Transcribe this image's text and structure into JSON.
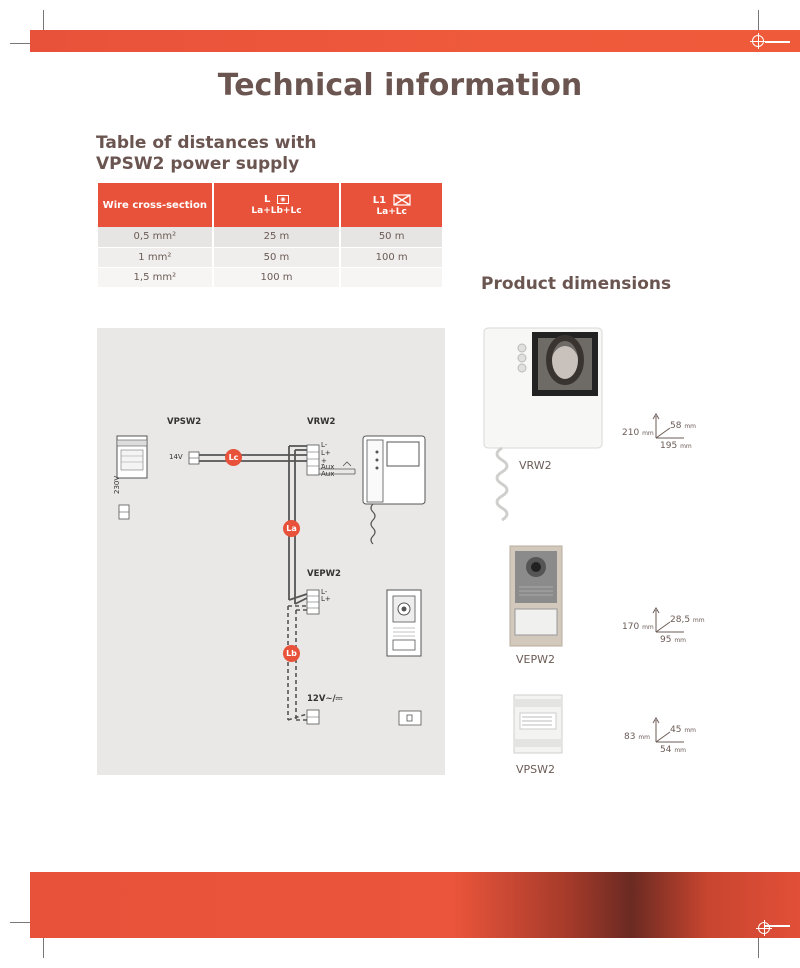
{
  "page": {
    "title": "Technical information"
  },
  "distances": {
    "title_line1": "Table of distances with",
    "title_line2": "VPSW2 power supply",
    "headers": {
      "col1": "Wire cross-section",
      "col2_top": "L",
      "col2_sub": "La+Lb+Lc",
      "col3_top": "L1",
      "col3_sub": "La+Lc"
    },
    "rows": [
      {
        "section": "0,5 mm²",
        "l": "25 m",
        "l1": "50 m"
      },
      {
        "section": "1 mm²",
        "l": "50 m",
        "l1": "100 m"
      },
      {
        "section": "1,5 mm²",
        "l": "100 m",
        "l1": ""
      }
    ]
  },
  "diagram": {
    "vpsw2": "VPSW2",
    "vrw2": "VRW2",
    "vepw2": "VEPW2",
    "v14": "14V",
    "v230": "230V",
    "v12": "12V∼/⎓",
    "aux1": "Aux",
    "aux2": "Aux",
    "lc": "Lc",
    "la": "La",
    "lb": "Lb",
    "l_minus": "L-",
    "l_plus": "L+",
    "plus": "+",
    "minus": "-"
  },
  "products": {
    "title": "Product dimensions",
    "items": [
      {
        "name": "VRW2",
        "h": "210",
        "w": "195",
        "d": "58",
        "unit": "mm"
      },
      {
        "name": "VEPW2",
        "h": "170",
        "w": "95",
        "d": "28,5",
        "unit": "mm"
      },
      {
        "name": "VPSW2",
        "h": "83",
        "w": "54",
        "d": "45",
        "unit": "mm"
      }
    ]
  },
  "colors": {
    "accent": "#e8523a",
    "text": "#6b5550",
    "panel": "#e9e8e7"
  }
}
